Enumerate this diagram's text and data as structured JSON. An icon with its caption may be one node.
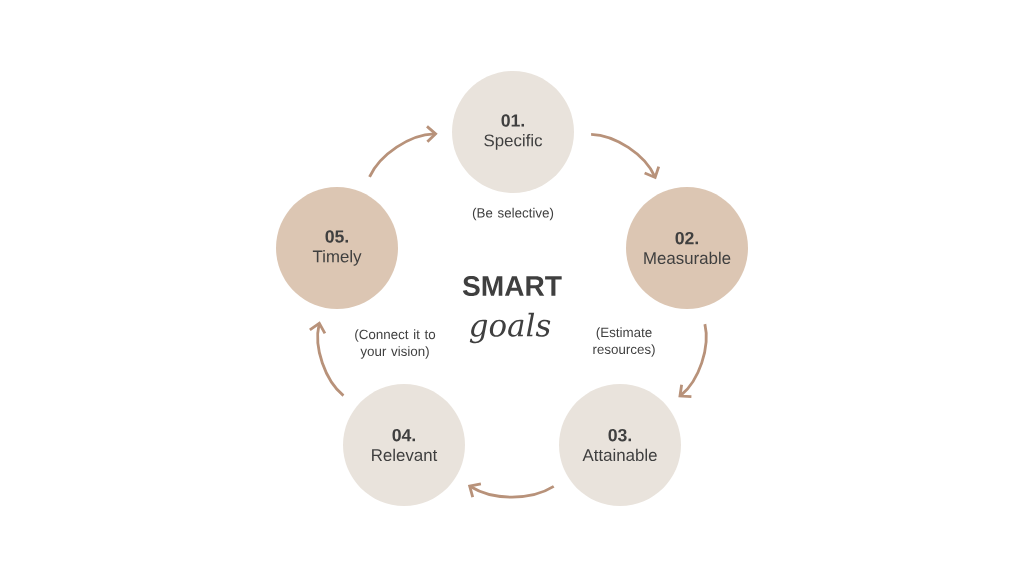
{
  "diagram": {
    "nodes": [
      {
        "text": [
          "01.",
          "Specific"
        ]
      },
      {
        "text": [
          "02.",
          "Measurable"
        ]
      },
      {
        "text": [
          "03.",
          "Attainable"
        ]
      },
      {
        "text": [
          "04.",
          "Relevant"
        ]
      },
      {
        "text": [
          "05.",
          "Timely"
        ]
      }
    ],
    "edges": [
      {
        "from": 0,
        "to": 1,
        "arrow": "to"
      },
      {
        "from": 1,
        "to": 2,
        "arrow": "to"
      },
      {
        "from": 2,
        "to": 3,
        "arrow": "to"
      },
      {
        "from": 3,
        "to": 4,
        "arrow": "to"
      },
      {
        "from": 4,
        "to": 0,
        "arrow": "to"
      }
    ],
    "labels": [
      "(Be selective)",
      "SMART",
      "goals",
      "(Connect it to your vision)",
      "(Estimate resources)"
    ]
  }
}
